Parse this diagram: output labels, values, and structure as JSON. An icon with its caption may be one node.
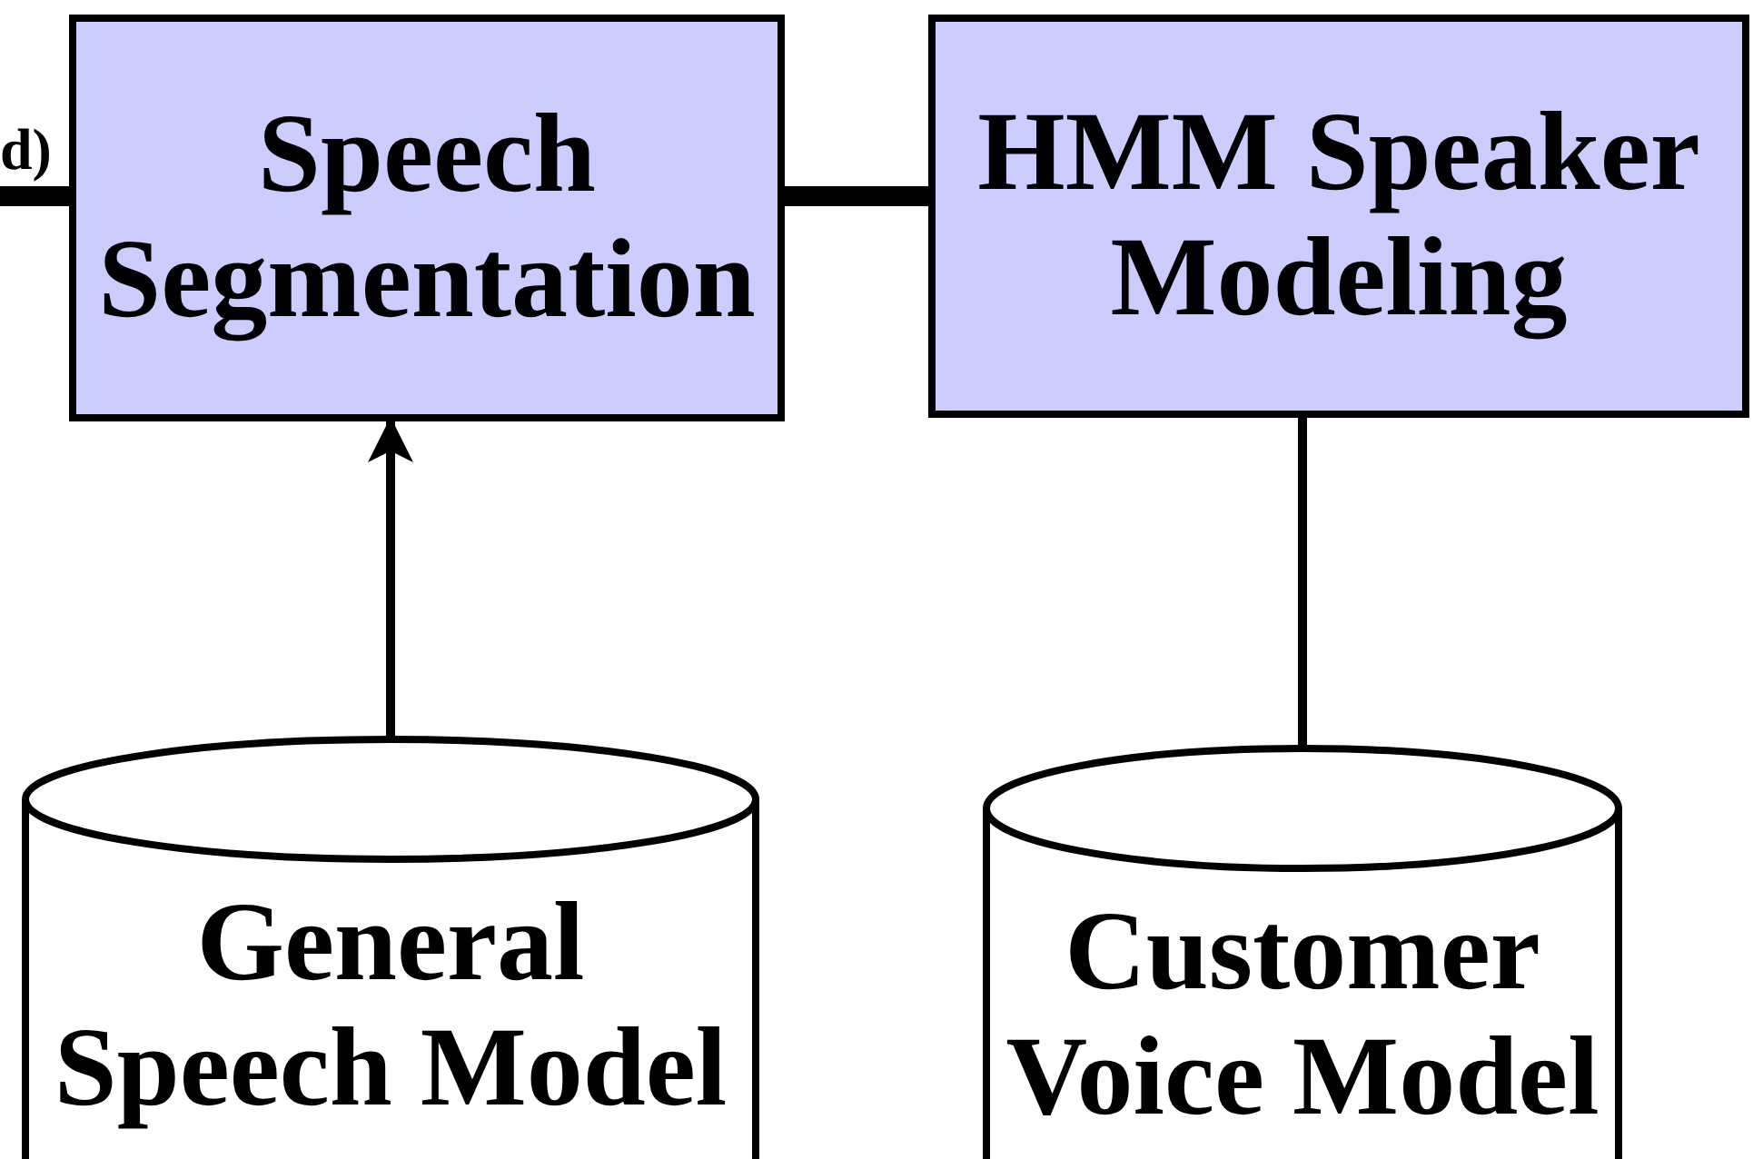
{
  "diagram": {
    "nodes": [
      {
        "text": [
          "Speech Segmentation"
        ]
      },
      {
        "text": [
          "HMM Speaker Modeling"
        ]
      },
      {
        "text": [
          "General Speech Model"
        ]
      },
      {
        "text": [
          "Customer Voice Model"
        ]
      }
    ],
    "edges": [
      {
        "from": null,
        "to": 0,
        "arrow": "none",
        "label": "d)",
        "style": "thick"
      },
      {
        "from": 0,
        "to": 1,
        "arrow": "none",
        "style": "thick"
      },
      {
        "from": 2,
        "to": 0,
        "arrow": "to"
      },
      {
        "from": 3,
        "to": 1,
        "arrow": "none"
      }
    ]
  }
}
